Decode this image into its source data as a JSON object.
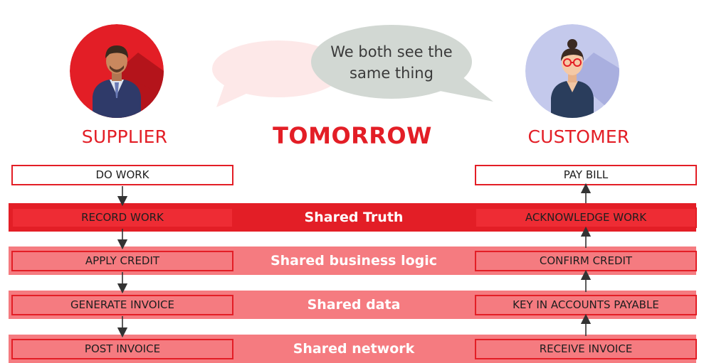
{
  "speech_bubble": {
    "text_line1": "We both see the",
    "text_line2": "same thing"
  },
  "headline": "TOMORROW",
  "supplier": {
    "label": "SUPPLIER"
  },
  "customer": {
    "label": "CUSTOMER"
  },
  "supplier_steps": [
    "DO WORK",
    "RECORD WORK",
    "APPLY CREDIT",
    "GENERATE INVOICE",
    "POST INVOICE"
  ],
  "customer_steps": [
    "PAY BILL",
    "ACKNOWLEDGE WORK",
    "CONFIRM CREDIT",
    "KEY IN ACCOUNTS PAYABLE",
    "RECEIVE INVOICE"
  ],
  "layers": [
    "Shared Truth",
    "Shared business logic",
    "Shared data",
    "Shared network"
  ],
  "colors": {
    "brand_red": "#e31e26",
    "band_dark": "#ee2c34",
    "band_light": "#f57b80",
    "bubble_gray": "#d2d8d3",
    "bubble_pink": "#fde8e8",
    "customer_circle": "#c4c9ec"
  }
}
